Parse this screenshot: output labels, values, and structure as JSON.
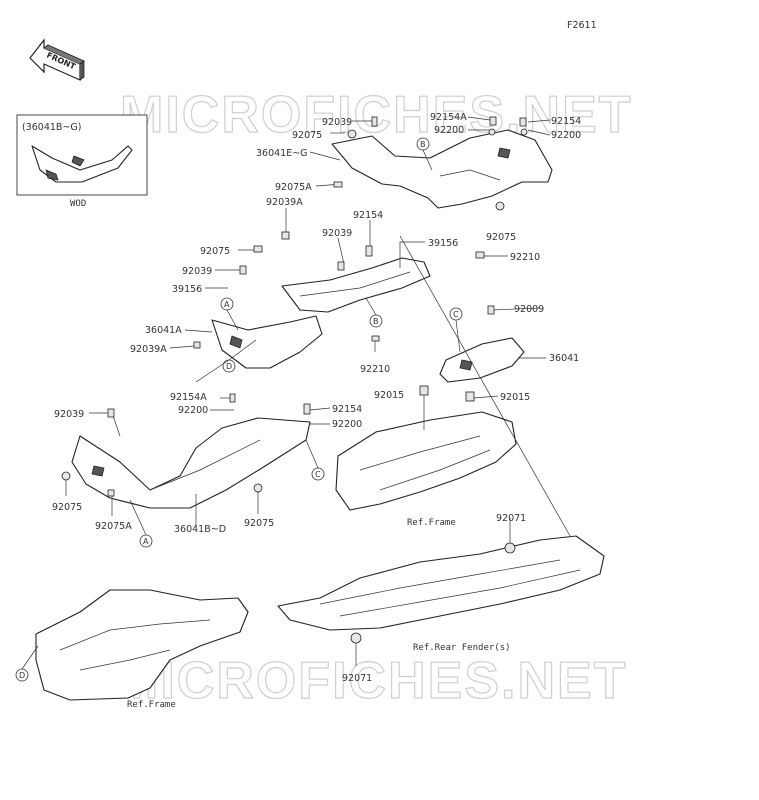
{
  "figure_id": "F2611",
  "watermark": "MICROFICHES.NET",
  "front_arrow_label": "FRONT",
  "inset": {
    "title": "(36041B~G)",
    "caption": "WOD"
  },
  "references": {
    "frame_upper": "Ref.Frame",
    "frame_lower": "Ref.Frame",
    "rear_fender": "Ref.Rear Fender(s)"
  },
  "part_labels": [
    "92039",
    "92075",
    "36041E~G",
    "92075A",
    "92039A",
    "92154A",
    "92200",
    "92154",
    "92200",
    "92075",
    "92154",
    "92039",
    "92075",
    "39156",
    "92039",
    "92210",
    "39156",
    "36041A",
    "92039A",
    "92210",
    "92009",
    "36041",
    "92154A",
    "92200",
    "92015",
    "92015",
    "92039",
    "92154",
    "92200",
    "92075",
    "92075A",
    "36041B~D",
    "92075",
    "92071",
    "92071"
  ],
  "callouts": [
    "A",
    "A",
    "B",
    "B",
    "C",
    "C",
    "D",
    "D"
  ]
}
